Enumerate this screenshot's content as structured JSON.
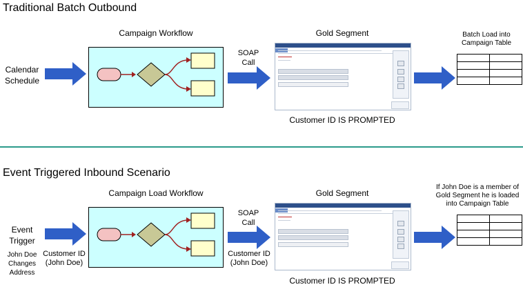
{
  "batch": {
    "section_title": "Traditional Batch Outbound",
    "input_label": "Calendar\nSchedule",
    "workflow_title": "Campaign Workflow",
    "soap_label": "SOAP\nCall",
    "segment_title": "Gold Segment",
    "prompted_text": "Customer ID IS PROMPTED",
    "output_label": "Batch Load into\nCampaign Table"
  },
  "event": {
    "section_title": "Event Triggered Inbound Scenario",
    "input_label": "Event\nTrigger",
    "input_sublabel": "John Doe\nChanges\nAddress",
    "workflow_title": "Campaign Load Workflow",
    "workflow_input_caption": "Customer ID\n(John Doe)",
    "soap_label": "SOAP\nCall",
    "soap_caption": "Customer ID\n(John Doe)",
    "segment_title": "Gold Segment",
    "prompted_text": "Customer ID IS PROMPTED",
    "output_label": "If John Doe is a member of\nGold Segment he is loaded\ninto Campaign Table"
  },
  "colors": {
    "arrow_blue": "#2f5fc7",
    "workflow_fill": "#ccffff",
    "start_node": "#f4c2c2",
    "decision_node": "#c8c896",
    "task_node": "#ffffcc",
    "connector": "#a02020",
    "divider": "#2a9a8a"
  }
}
